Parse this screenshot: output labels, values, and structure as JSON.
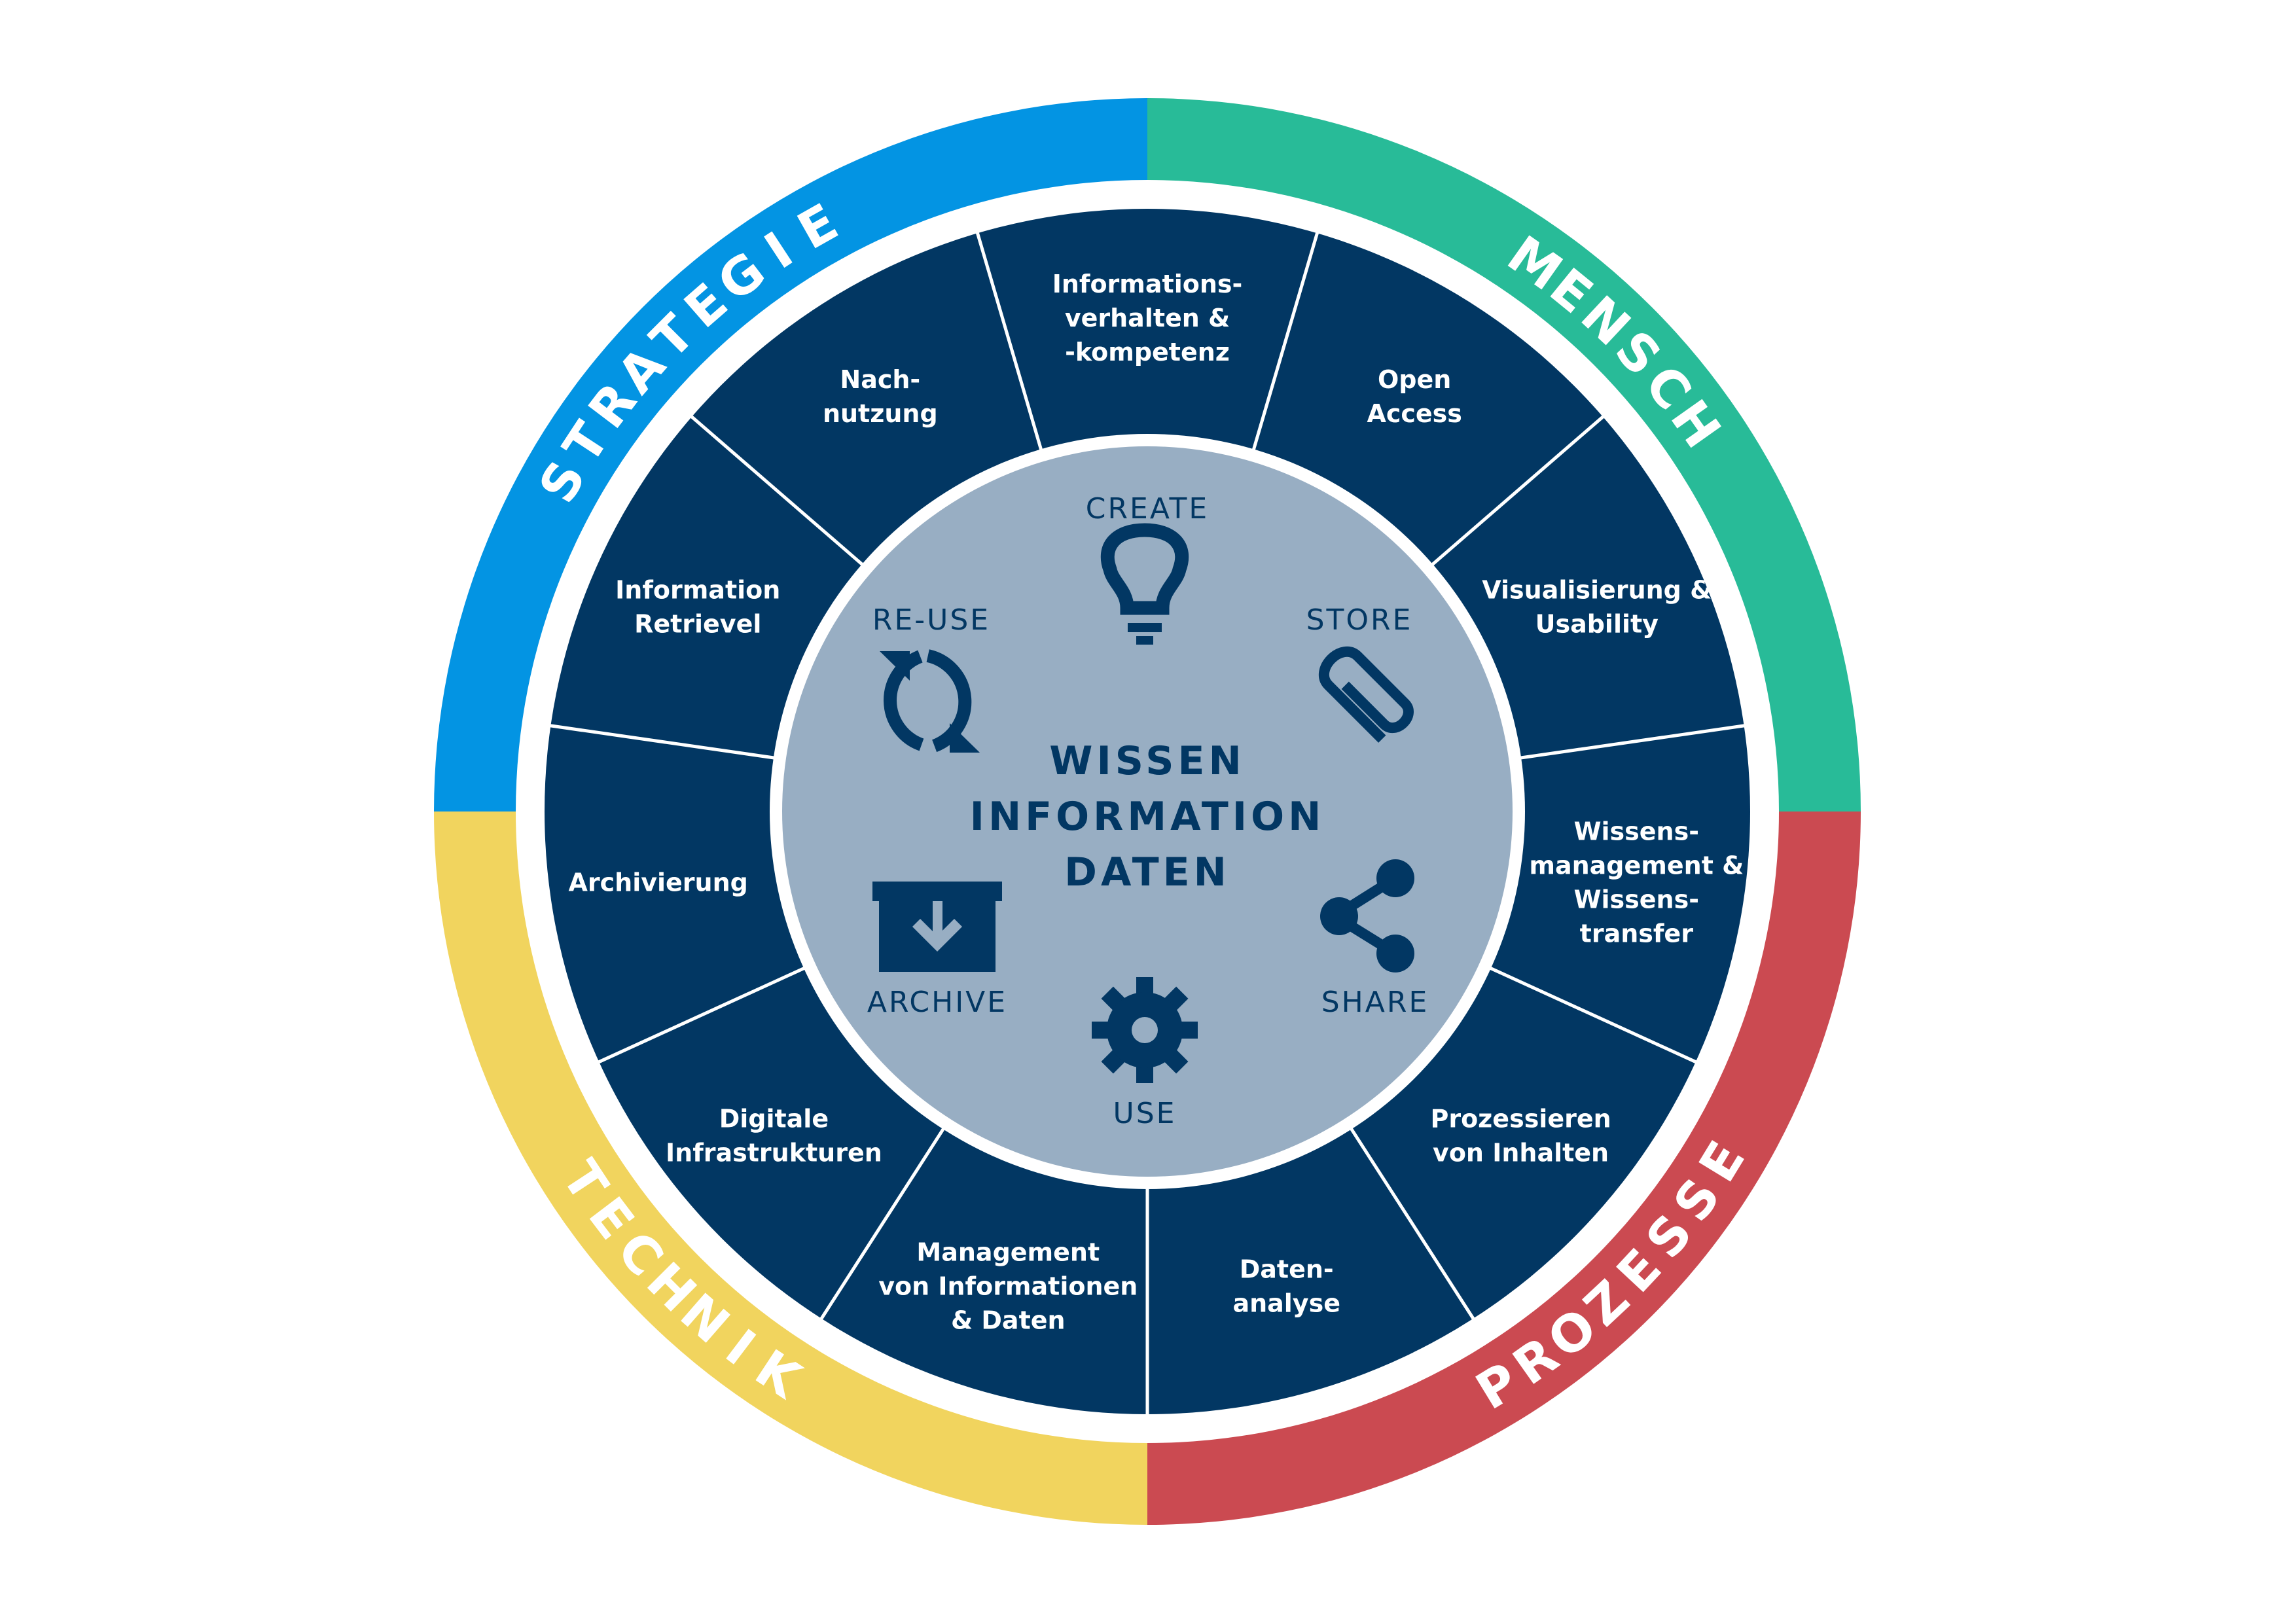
{
  "colors": {
    "navy": "#023763",
    "center_fill": "#98AEC3",
    "divider": "#ffffff",
    "strategie": "#0394E3",
    "mensch": "#28BB98",
    "prozesse": "#CB4A51",
    "technik": "#F1D45E"
  },
  "ring_labels": {
    "strategie": "STRATEGIE",
    "mensch": "MENSCH",
    "prozesse": "PROZESSE",
    "technik": "TECHNIK"
  },
  "segments": [
    {
      "lines": [
        "Informations-",
        "verhalten &",
        "-kompetenz"
      ]
    },
    {
      "lines": [
        "Open",
        "Access"
      ]
    },
    {
      "lines": [
        "Visualisierung &",
        "Usability"
      ]
    },
    {
      "lines": [
        "Wissens-",
        "management &",
        "Wissens-",
        "transfer"
      ]
    },
    {
      "lines": [
        "Prozessieren",
        "von Inhalten"
      ]
    },
    {
      "lines": [
        "Daten-",
        "analyse"
      ]
    },
    {
      "lines": [
        "Management",
        "von Informationen",
        "& Daten"
      ]
    },
    {
      "lines": [
        "Digitale",
        "Infrastrukturen"
      ]
    },
    {
      "lines": [
        "Archivierung"
      ]
    },
    {
      "lines": [
        "Information",
        "Retrievel"
      ]
    },
    {
      "lines": [
        "Nach-",
        "nutzung"
      ]
    }
  ],
  "center": {
    "lines": [
      "WISSEN",
      "INFORMATION",
      "DATEN"
    ]
  },
  "stages": {
    "create": {
      "label": "CREATE",
      "icon": "lightbulb-icon"
    },
    "store": {
      "label": "STORE",
      "icon": "paperclip-icon"
    },
    "share": {
      "label": "SHARE",
      "icon": "share-icon"
    },
    "use": {
      "label": "USE",
      "icon": "gear-icon"
    },
    "archive": {
      "label": "ARCHIVE",
      "icon": "archive-box-icon"
    },
    "reuse": {
      "label": "RE-USE",
      "icon": "refresh-cycle-icon"
    }
  }
}
